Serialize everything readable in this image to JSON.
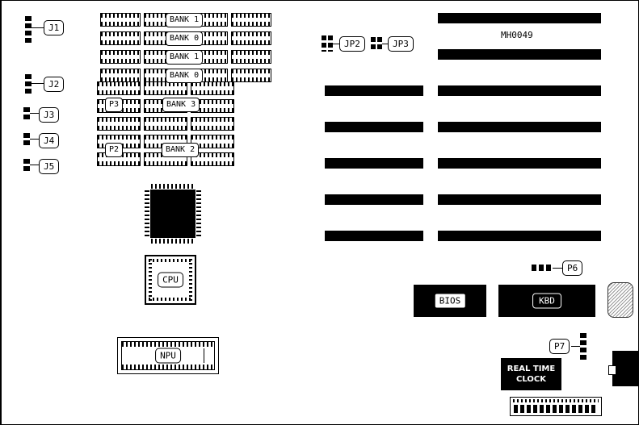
{
  "part_number": "MH0049",
  "left_jumpers": [
    "J1",
    "J2",
    "J3",
    "J4",
    "J5"
  ],
  "top_jumpers": [
    "JP2",
    "JP3"
  ],
  "memory_top_bank_labels": [
    "BANK 1",
    "BANK 0",
    "BANK 1",
    "BANK 0"
  ],
  "memory_mid_labels": {
    "p3": "P3",
    "bank3": "BANK 3",
    "p2": "P2",
    "bank2": "BANK 2"
  },
  "cpu": "CPU",
  "npu": "NPU",
  "bios": "BIOS",
  "kbd": "KBD",
  "p6": "P6",
  "p7": "P7",
  "rtc": {
    "line1": "REAL TIME",
    "line2": "CLOCK"
  }
}
